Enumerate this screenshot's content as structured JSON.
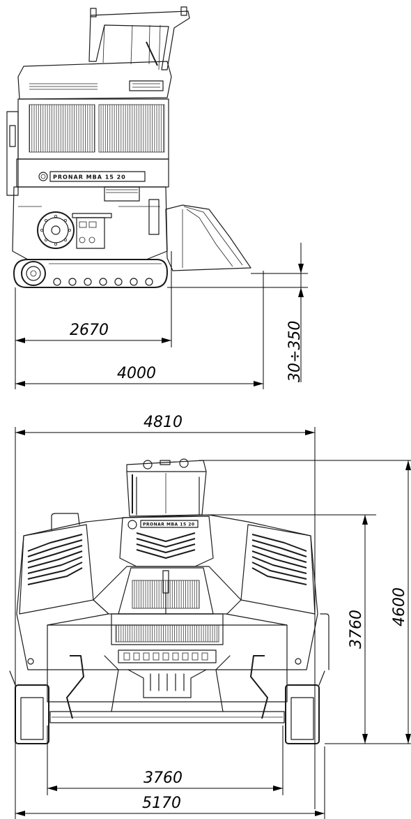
{
  "side_view": {
    "brand_plate": "PRONAR MBA 15 20",
    "dims": {
      "length_partial": "2670",
      "length_total": "4000",
      "height_range": "30÷350"
    }
  },
  "front_view": {
    "brand_plate": "PRONAR MBA 15 20",
    "dims": {
      "top_width": "4810",
      "height_total": "4600",
      "height_partial": "3760",
      "bottom_width_inner": "3760",
      "bottom_width_total": "5170"
    }
  }
}
